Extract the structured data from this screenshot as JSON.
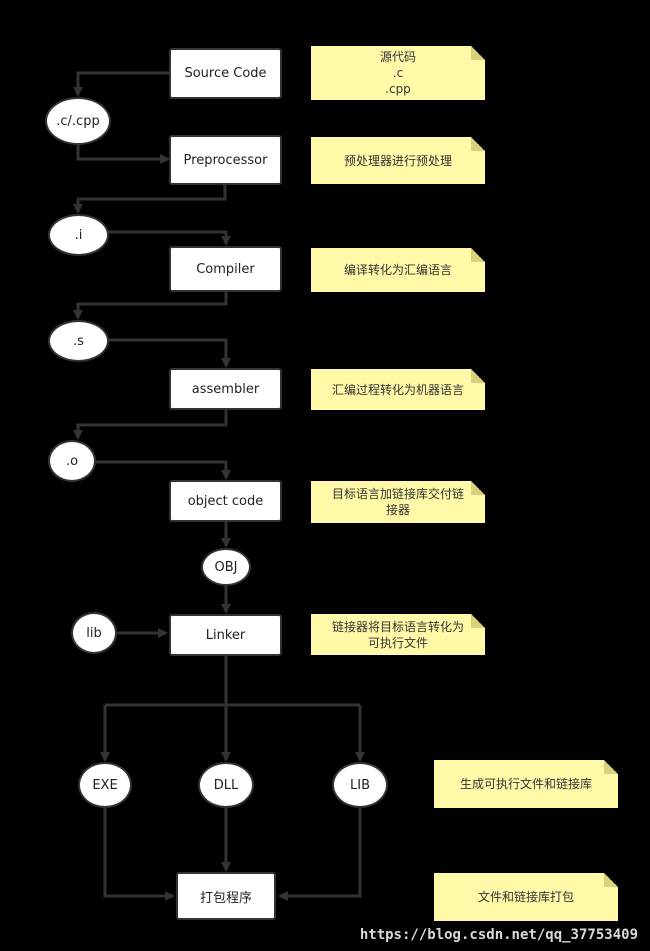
{
  "nodes": {
    "source_code": "Source Code",
    "cpp_file": ".c/.cpp",
    "preprocessor": "Preprocessor",
    "i_file": ".i",
    "compiler": "Compiler",
    "s_file": ".s",
    "assembler": "assembler",
    "o_file": ".o",
    "object_code": "object code",
    "obj": "OBJ",
    "lib_in": "lib",
    "linker": "Linker",
    "exe": "EXE",
    "dll": "DLL",
    "lib_out": "LIB",
    "package": "打包程序"
  },
  "notes": {
    "source": "源代码\n.c\n.cpp",
    "preprocess": "预处理器进行预处理",
    "compile": "编译转化为汇编语言",
    "assemble": "汇编过程转化为机器语言",
    "object": "目标语言加链接库交付链\n接器",
    "link": "链接器将目标语言转化为\n可执行文件",
    "output": "生成可执行文件和链接库",
    "pack": "文件和链接库打包"
  },
  "watermark": "https://blog.csdn.net/qq_37753409",
  "colors": {
    "background": "#000000",
    "note": "#fff9a8",
    "line": "#333333"
  }
}
